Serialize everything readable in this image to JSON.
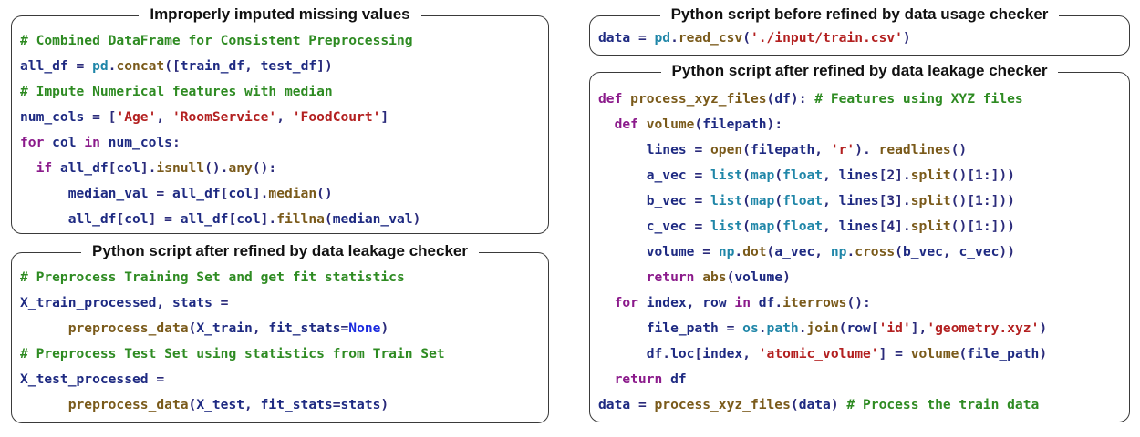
{
  "panels": [
    {
      "id": "imputed",
      "title": "Improperly imputed missing values",
      "lines": [
        [
          [
            "cm",
            "# Combined DataFrame for Consistent Preprocessing"
          ]
        ],
        [
          [
            "plain",
            "all_df "
          ],
          [
            "op",
            "= "
          ],
          [
            "mod",
            "pd"
          ],
          [
            "op",
            "."
          ],
          [
            "fn",
            "concat"
          ],
          [
            "op",
            "(["
          ],
          [
            "plain",
            "train_df"
          ],
          [
            "op",
            ", "
          ],
          [
            "plain",
            "test_df"
          ],
          [
            "op",
            "])"
          ]
        ],
        [
          [
            "cm",
            "# Impute Numerical features with median"
          ]
        ],
        [
          [
            "plain",
            "num_cols "
          ],
          [
            "op",
            "= ["
          ],
          [
            "str",
            "'Age'"
          ],
          [
            "op",
            ", "
          ],
          [
            "str",
            "'RoomService'"
          ],
          [
            "op",
            ", "
          ],
          [
            "str",
            "'FoodCourt'"
          ],
          [
            "op",
            "]"
          ]
        ],
        [
          [
            "kw",
            "for "
          ],
          [
            "plain",
            "col "
          ],
          [
            "kw",
            "in "
          ],
          [
            "plain",
            "num_cols"
          ],
          [
            "op",
            ":"
          ]
        ],
        [
          [
            "plain",
            "  "
          ],
          [
            "kw",
            "if "
          ],
          [
            "plain",
            "all_df"
          ],
          [
            "op",
            "["
          ],
          [
            "plain",
            "col"
          ],
          [
            "op",
            "]."
          ],
          [
            "fn",
            "isnull"
          ],
          [
            "op",
            "()."
          ],
          [
            "fn",
            "any"
          ],
          [
            "op",
            "():"
          ]
        ],
        [
          [
            "plain",
            "      median_val "
          ],
          [
            "op",
            "= "
          ],
          [
            "plain",
            "all_df"
          ],
          [
            "op",
            "["
          ],
          [
            "plain",
            "col"
          ],
          [
            "op",
            "]."
          ],
          [
            "fn",
            "median"
          ],
          [
            "op",
            "()"
          ]
        ],
        [
          [
            "plain",
            "      all_df"
          ],
          [
            "op",
            "["
          ],
          [
            "plain",
            "col"
          ],
          [
            "op",
            "] = "
          ],
          [
            "plain",
            "all_df"
          ],
          [
            "op",
            "["
          ],
          [
            "plain",
            "col"
          ],
          [
            "op",
            "]."
          ],
          [
            "fn",
            "fillna"
          ],
          [
            "op",
            "("
          ],
          [
            "plain",
            "median_val"
          ],
          [
            "op",
            ")"
          ]
        ]
      ]
    },
    {
      "id": "leakage-left",
      "title": "Python script after refined by data leakage checker",
      "lines": [
        [
          [
            "cm",
            "# Preprocess Training Set and get fit statistics"
          ]
        ],
        [
          [
            "plain",
            "X_train_processed"
          ],
          [
            "op",
            ", "
          ],
          [
            "plain",
            "stats "
          ],
          [
            "op",
            "="
          ]
        ],
        [
          [
            "plain",
            "      "
          ],
          [
            "fn",
            "preprocess_data"
          ],
          [
            "op",
            "("
          ],
          [
            "plain",
            "X_train"
          ],
          [
            "op",
            ", "
          ],
          [
            "plain",
            "fit_stats"
          ],
          [
            "op",
            "="
          ],
          [
            "const",
            "None"
          ],
          [
            "op",
            ")"
          ]
        ],
        [
          [
            "cm",
            "# Preprocess Test Set using statistics from Train Set"
          ]
        ],
        [
          [
            "plain",
            "X_test_processed "
          ],
          [
            "op",
            "="
          ]
        ],
        [
          [
            "plain",
            "      "
          ],
          [
            "fn",
            "preprocess_data"
          ],
          [
            "op",
            "("
          ],
          [
            "plain",
            "X_test"
          ],
          [
            "op",
            ", "
          ],
          [
            "plain",
            "fit_stats"
          ],
          [
            "op",
            "="
          ],
          [
            "plain",
            "stats"
          ],
          [
            "op",
            ")"
          ]
        ]
      ]
    },
    {
      "id": "usage-checker",
      "title": "Python script before refined by data usage checker",
      "lines": [
        [
          [
            "plain",
            "data "
          ],
          [
            "op",
            "= "
          ],
          [
            "mod",
            "pd"
          ],
          [
            "op",
            "."
          ],
          [
            "fn",
            "read_csv"
          ],
          [
            "op",
            "("
          ],
          [
            "str",
            "'./input/train.csv'"
          ],
          [
            "op",
            ")"
          ]
        ]
      ]
    },
    {
      "id": "leakage-right",
      "title": "Python script after refined by data leakage checker",
      "lines": [
        [
          [
            "kw",
            "def "
          ],
          [
            "fn",
            "process_xyz_files"
          ],
          [
            "op",
            "("
          ],
          [
            "plain",
            "df"
          ],
          [
            "op",
            "): "
          ],
          [
            "cm",
            "# Features using XYZ files"
          ]
        ],
        [
          [
            "plain",
            "  "
          ],
          [
            "kw",
            "def "
          ],
          [
            "fn",
            "volume"
          ],
          [
            "op",
            "("
          ],
          [
            "plain",
            "filepath"
          ],
          [
            "op",
            "):"
          ]
        ],
        [
          [
            "plain",
            "      lines "
          ],
          [
            "op",
            "= "
          ],
          [
            "fn",
            "open"
          ],
          [
            "op",
            "("
          ],
          [
            "plain",
            "filepath"
          ],
          [
            "op",
            ", "
          ],
          [
            "str",
            "'r'"
          ],
          [
            "op",
            "). "
          ],
          [
            "fn",
            "readlines"
          ],
          [
            "op",
            "()"
          ]
        ],
        [
          [
            "plain",
            "      a_vec "
          ],
          [
            "op",
            "= "
          ],
          [
            "mod",
            "list"
          ],
          [
            "op",
            "("
          ],
          [
            "mod",
            "map"
          ],
          [
            "op",
            "("
          ],
          [
            "mod",
            "float"
          ],
          [
            "op",
            ", "
          ],
          [
            "plain",
            "lines"
          ],
          [
            "op",
            "[2]."
          ],
          [
            "fn",
            "split"
          ],
          [
            "op",
            "()[1:]))"
          ]
        ],
        [
          [
            "plain",
            "      b_vec "
          ],
          [
            "op",
            "= "
          ],
          [
            "mod",
            "list"
          ],
          [
            "op",
            "("
          ],
          [
            "mod",
            "map"
          ],
          [
            "op",
            "("
          ],
          [
            "mod",
            "float"
          ],
          [
            "op",
            ", "
          ],
          [
            "plain",
            "lines"
          ],
          [
            "op",
            "[3]."
          ],
          [
            "fn",
            "split"
          ],
          [
            "op",
            "()[1:]))"
          ]
        ],
        [
          [
            "plain",
            "      c_vec "
          ],
          [
            "op",
            "= "
          ],
          [
            "mod",
            "list"
          ],
          [
            "op",
            "("
          ],
          [
            "mod",
            "map"
          ],
          [
            "op",
            "("
          ],
          [
            "mod",
            "float"
          ],
          [
            "op",
            ", "
          ],
          [
            "plain",
            "lines"
          ],
          [
            "op",
            "[4]."
          ],
          [
            "fn",
            "split"
          ],
          [
            "op",
            "()[1:]))"
          ]
        ],
        [
          [
            "plain",
            "      volume "
          ],
          [
            "op",
            "= "
          ],
          [
            "mod",
            "np"
          ],
          [
            "op",
            "."
          ],
          [
            "fn",
            "dot"
          ],
          [
            "op",
            "("
          ],
          [
            "plain",
            "a_vec"
          ],
          [
            "op",
            ", "
          ],
          [
            "mod",
            "np"
          ],
          [
            "op",
            "."
          ],
          [
            "fn",
            "cross"
          ],
          [
            "op",
            "("
          ],
          [
            "plain",
            "b_vec"
          ],
          [
            "op",
            ", "
          ],
          [
            "plain",
            "c_vec"
          ],
          [
            "op",
            "))"
          ]
        ],
        [
          [
            "plain",
            "      "
          ],
          [
            "kw",
            "return "
          ],
          [
            "fn",
            "abs"
          ],
          [
            "op",
            "("
          ],
          [
            "plain",
            "volume"
          ],
          [
            "op",
            ")"
          ]
        ],
        [
          [
            "plain",
            "  "
          ],
          [
            "kw",
            "for "
          ],
          [
            "plain",
            "index"
          ],
          [
            "op",
            ", "
          ],
          [
            "plain",
            "row "
          ],
          [
            "kw",
            "in "
          ],
          [
            "plain",
            "df"
          ],
          [
            "op",
            "."
          ],
          [
            "fn",
            "iterrows"
          ],
          [
            "op",
            "():"
          ]
        ],
        [
          [
            "plain",
            "      file_path "
          ],
          [
            "op",
            "= "
          ],
          [
            "mod",
            "os"
          ],
          [
            "op",
            "."
          ],
          [
            "mod",
            "path"
          ],
          [
            "op",
            "."
          ],
          [
            "fn",
            "join"
          ],
          [
            "op",
            "("
          ],
          [
            "plain",
            "row"
          ],
          [
            "op",
            "["
          ],
          [
            "str",
            "'id'"
          ],
          [
            "op",
            "],"
          ],
          [
            "str",
            "'geometry.xyz'"
          ],
          [
            "op",
            ")"
          ]
        ],
        [
          [
            "plain",
            "      df"
          ],
          [
            "op",
            "."
          ],
          [
            "plain",
            "loc"
          ],
          [
            "op",
            "["
          ],
          [
            "plain",
            "index"
          ],
          [
            "op",
            ", "
          ],
          [
            "str",
            "'atomic_volume'"
          ],
          [
            "op",
            "] = "
          ],
          [
            "fn",
            "volume"
          ],
          [
            "op",
            "("
          ],
          [
            "plain",
            "file_path"
          ],
          [
            "op",
            ")"
          ]
        ],
        [
          [
            "plain",
            "  "
          ],
          [
            "kw",
            "return "
          ],
          [
            "plain",
            "df"
          ]
        ],
        [
          [
            "plain",
            "data "
          ],
          [
            "op",
            "= "
          ],
          [
            "fn",
            "process_xyz_files"
          ],
          [
            "op",
            "("
          ],
          [
            "plain",
            "data"
          ],
          [
            "op",
            ") "
          ],
          [
            "cm",
            "# Process the train data"
          ]
        ]
      ]
    }
  ]
}
